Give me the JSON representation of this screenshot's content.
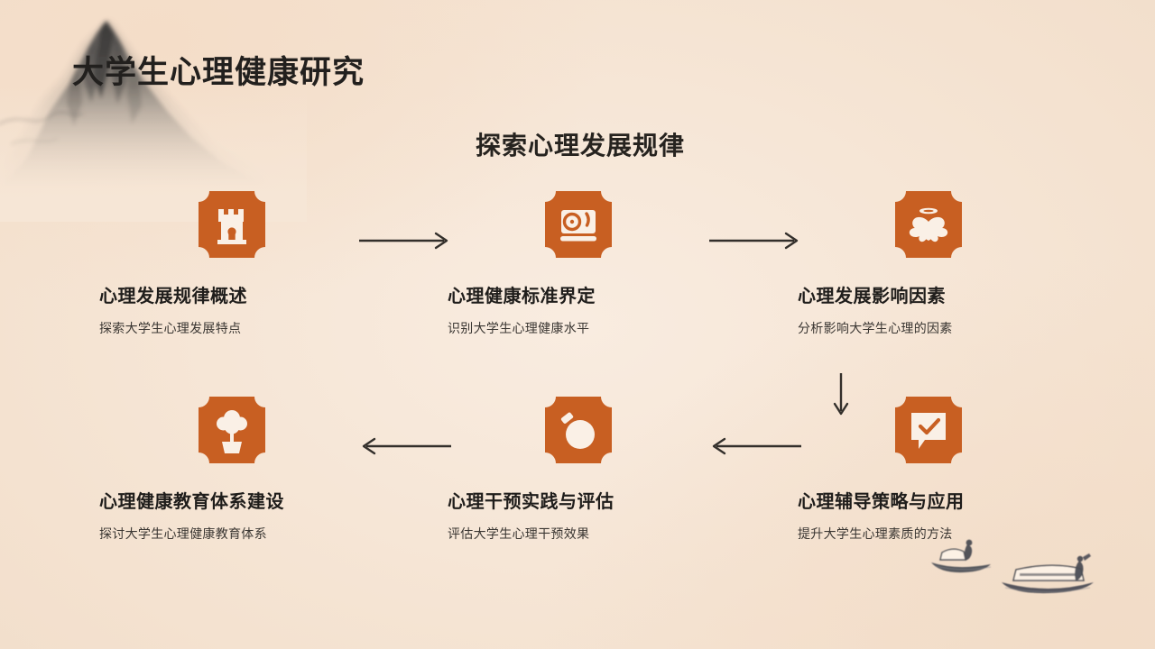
{
  "header": {
    "title": "大学生心理健康研究",
    "subtitle": "探索心理发展规律"
  },
  "colors": {
    "background": "#f6e6d6",
    "badge": "#c85f22",
    "badge_glyph": "#faf0e6",
    "title_text": "#22201e",
    "desc_text": "#3a3632",
    "arrow": "#332f2b",
    "ink": "#4a4a4a"
  },
  "steps": [
    {
      "icon": "castle-tower-icon",
      "title": "心理发展规律概述",
      "desc": "探索大学生心理发展特点"
    },
    {
      "icon": "record-player-icon",
      "title": "心理健康标准界定",
      "desc": "识别大学生心理健康水平"
    },
    {
      "icon": "angel-heart-icon",
      "title": "心理发展影响因素",
      "desc": "分析影响大学生心理的因素"
    },
    {
      "icon": "potted-tree-icon",
      "title": "心理健康教育体系建设",
      "desc": "探讨大学生心理健康教育体系"
    },
    {
      "icon": "magnifier-circle-icon",
      "title": "心理干预实践与评估",
      "desc": "评估大学生心理干预效果"
    },
    {
      "icon": "speech-bubble-check-icon",
      "title": "心理辅导策略与应用",
      "desc": "提升大学生心理素质的方法"
    }
  ],
  "arrows": [
    {
      "name": "arrow-step1-to-step2",
      "direction": "right"
    },
    {
      "name": "arrow-step2-to-step3",
      "direction": "right"
    },
    {
      "name": "arrow-step3-to-step4",
      "direction": "down"
    },
    {
      "name": "arrow-step4-to-step5",
      "direction": "left"
    },
    {
      "name": "arrow-step5-to-step6",
      "direction": "left"
    }
  ],
  "decorations": {
    "mountain": "ink-mountain-illustration",
    "boats": "ink-boats-illustration"
  }
}
